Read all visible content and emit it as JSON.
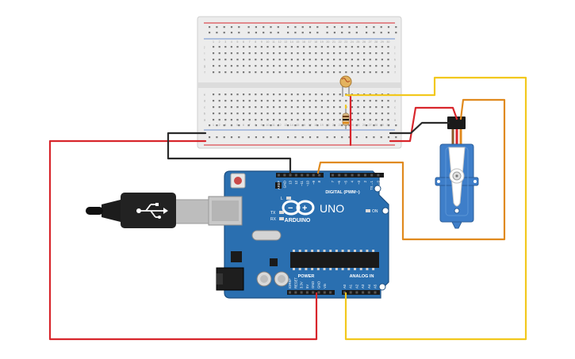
{
  "colors": {
    "wire_red": "#d8262c",
    "wire_black": "#2a2a2a",
    "wire_orange": "#e08a1e",
    "wire_yellow": "#f2c81d",
    "board_blue": "#2a6fb0",
    "breadboard": "#ececec",
    "servo_blue": "#3e7ec9"
  },
  "icons": {
    "usb": "usb-cable-icon",
    "arduino_logo": "infinity-logo-icon"
  },
  "breadboard": {
    "column_numbers": [
      "1",
      "2",
      "3",
      "4",
      "5",
      "6",
      "7",
      "8",
      "9",
      "10",
      "11",
      "12",
      "13",
      "14",
      "15",
      "16",
      "17",
      "18",
      "19",
      "20",
      "21",
      "22",
      "23",
      "24",
      "25",
      "26",
      "27",
      "28",
      "29",
      "30"
    ],
    "row_letters_top": [
      "j",
      "i",
      "h",
      "g",
      "f"
    ],
    "row_letters_bottom": [
      "e",
      "d",
      "c",
      "b",
      "a"
    ]
  },
  "arduino": {
    "brand": "ARDUINO",
    "model": "UNO",
    "on_label": "ON",
    "led_labels": [
      "L",
      "TX",
      "RX"
    ],
    "digital_label": "DIGITAL (PWM~)",
    "digital_pins": [
      "AREF",
      "GND",
      "13",
      "12",
      "~11",
      "~10",
      "~9",
      "8",
      "7",
      "~6",
      "~5",
      "4",
      "~3",
      "2",
      "TX→1",
      "RX←0"
    ],
    "power_label": "POWER",
    "analog_label": "ANALOG IN",
    "power_pins": [
      "IOREF",
      "RESET",
      "3.3V",
      "5V",
      "GND",
      "GND",
      "Vin"
    ],
    "analog_pins": [
      "A0",
      "A1",
      "A2",
      "A3",
      "A4",
      "A5"
    ]
  }
}
